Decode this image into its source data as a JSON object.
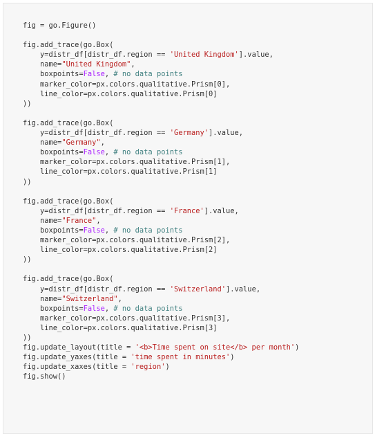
{
  "code_cell": {
    "lines": [
      [
        {
          "t": "fig = go.Figure()",
          "c": "plain"
        }
      ],
      [],
      [
        {
          "t": "fig.add_trace(go.Box(",
          "c": "plain"
        }
      ],
      [
        {
          "t": "    y=distr_df[distr_df.region == ",
          "c": "plain"
        },
        {
          "t": "'United Kingdom'",
          "c": "str"
        },
        {
          "t": "].value,",
          "c": "plain"
        }
      ],
      [
        {
          "t": "    name=",
          "c": "plain"
        },
        {
          "t": "\"United Kingdom\"",
          "c": "str"
        },
        {
          "t": ",",
          "c": "plain"
        }
      ],
      [
        {
          "t": "    boxpoints=",
          "c": "plain"
        },
        {
          "t": "False",
          "c": "kw"
        },
        {
          "t": ", ",
          "c": "plain"
        },
        {
          "t": "# no data points",
          "c": "cm"
        }
      ],
      [
        {
          "t": "    marker_color=px.colors.qualitative.Prism[0],",
          "c": "plain"
        }
      ],
      [
        {
          "t": "    line_color=px.colors.qualitative.Prism[0]",
          "c": "plain"
        }
      ],
      [
        {
          "t": "))",
          "c": "plain"
        }
      ],
      [],
      [
        {
          "t": "fig.add_trace(go.Box(",
          "c": "plain"
        }
      ],
      [
        {
          "t": "    y=distr_df[distr_df.region == ",
          "c": "plain"
        },
        {
          "t": "'Germany'",
          "c": "str"
        },
        {
          "t": "].value,",
          "c": "plain"
        }
      ],
      [
        {
          "t": "    name=",
          "c": "plain"
        },
        {
          "t": "\"Germany\"",
          "c": "str"
        },
        {
          "t": ",",
          "c": "plain"
        }
      ],
      [
        {
          "t": "    boxpoints=",
          "c": "plain"
        },
        {
          "t": "False",
          "c": "kw"
        },
        {
          "t": ", ",
          "c": "plain"
        },
        {
          "t": "# no data points",
          "c": "cm"
        }
      ],
      [
        {
          "t": "    marker_color=px.colors.qualitative.Prism[1],",
          "c": "plain"
        }
      ],
      [
        {
          "t": "    line_color=px.colors.qualitative.Prism[1]",
          "c": "plain"
        }
      ],
      [
        {
          "t": "))",
          "c": "plain"
        }
      ],
      [],
      [
        {
          "t": "fig.add_trace(go.Box(",
          "c": "plain"
        }
      ],
      [
        {
          "t": "    y=distr_df[distr_df.region == ",
          "c": "plain"
        },
        {
          "t": "'France'",
          "c": "str"
        },
        {
          "t": "].value,",
          "c": "plain"
        }
      ],
      [
        {
          "t": "    name=",
          "c": "plain"
        },
        {
          "t": "\"France\"",
          "c": "str"
        },
        {
          "t": ",",
          "c": "plain"
        }
      ],
      [
        {
          "t": "    boxpoints=",
          "c": "plain"
        },
        {
          "t": "False",
          "c": "kw"
        },
        {
          "t": ", ",
          "c": "plain"
        },
        {
          "t": "# no data points",
          "c": "cm"
        }
      ],
      [
        {
          "t": "    marker_color=px.colors.qualitative.Prism[2],",
          "c": "plain"
        }
      ],
      [
        {
          "t": "    line_color=px.colors.qualitative.Prism[2]",
          "c": "plain"
        }
      ],
      [
        {
          "t": "))",
          "c": "plain"
        }
      ],
      [],
      [
        {
          "t": "fig.add_trace(go.Box(",
          "c": "plain"
        }
      ],
      [
        {
          "t": "    y=distr_df[distr_df.region == ",
          "c": "plain"
        },
        {
          "t": "'Switzerland'",
          "c": "str"
        },
        {
          "t": "].value,",
          "c": "plain"
        }
      ],
      [
        {
          "t": "    name=",
          "c": "plain"
        },
        {
          "t": "\"Switzerland\"",
          "c": "str"
        },
        {
          "t": ",",
          "c": "plain"
        }
      ],
      [
        {
          "t": "    boxpoints=",
          "c": "plain"
        },
        {
          "t": "False",
          "c": "kw"
        },
        {
          "t": ", ",
          "c": "plain"
        },
        {
          "t": "# no data points",
          "c": "cm"
        }
      ],
      [
        {
          "t": "    marker_color=px.colors.qualitative.Prism[3],",
          "c": "plain"
        }
      ],
      [
        {
          "t": "    line_color=px.colors.qualitative.Prism[3]",
          "c": "plain"
        }
      ],
      [
        {
          "t": "))",
          "c": "plain"
        }
      ],
      [
        {
          "t": "fig.update_layout(title = ",
          "c": "plain"
        },
        {
          "t": "'<b>Time spent on site</b> per month'",
          "c": "str"
        },
        {
          "t": ")",
          "c": "plain"
        }
      ],
      [
        {
          "t": "fig.update_yaxes(title = ",
          "c": "plain"
        },
        {
          "t": "'time spent in minutes'",
          "c": "str"
        },
        {
          "t": ")",
          "c": "plain"
        }
      ],
      [
        {
          "t": "fig.update_xaxes(title = ",
          "c": "plain"
        },
        {
          "t": "'region'",
          "c": "str"
        },
        {
          "t": ")",
          "c": "plain"
        }
      ],
      [
        {
          "t": "fig.show()",
          "c": "plain"
        }
      ]
    ]
  },
  "colors": {
    "background": "#ffffff",
    "cell_background": "#f7f7f7",
    "cell_border": "#e6e6e6",
    "text": "#333333",
    "string": "#ba2121",
    "keyword": "#aa22ff",
    "comment": "#408080"
  }
}
